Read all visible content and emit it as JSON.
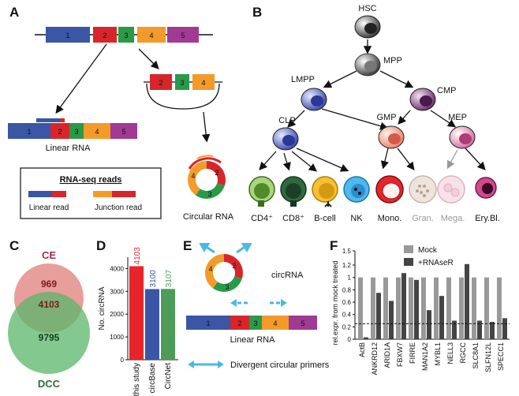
{
  "panels": {
    "a": "A",
    "b": "B",
    "c": "C",
    "d": "D",
    "e": "E",
    "f": "F"
  },
  "panel_a": {
    "exons": [
      "1",
      "2",
      "3",
      "4",
      "5"
    ],
    "linear_label": "Linear RNA",
    "circular_label": "Circular RNA",
    "legend_title": "RNA-seq reads",
    "legend_linear": "Linear read",
    "legend_junction": "Junction read"
  },
  "panel_b": {
    "nodes": [
      "HSC",
      "MPP",
      "LMPP",
      "CMP",
      "CLP",
      "GMP",
      "MEP"
    ],
    "cells": [
      "CD4⁺",
      "CD8⁺",
      "B-cell",
      "NK",
      "Mono.",
      "Gran.",
      "Mega.",
      "Ery.Bl."
    ]
  },
  "panel_c": {
    "top_label": "CE",
    "bottom_label": "DCC",
    "ce_only": "969",
    "overlap": "4103",
    "dcc_only": "9795"
  },
  "panel_e": {
    "circ_label": "circRNA",
    "linear_label": "Linear RNA",
    "primers_label": "Divergent circular primers"
  },
  "chart_data": [
    {
      "type": "bar",
      "panel": "D",
      "categories": [
        "this study",
        "circBase",
        "CircNet"
      ],
      "values": [
        4103,
        3100,
        3107
      ],
      "value_labels": [
        "4103",
        "3100",
        "3107"
      ],
      "colors": [
        "#e8242b",
        "#3a56a5",
        "#4c9c58"
      ],
      "ylabel": "No. circRNA",
      "yticks": [
        "0",
        "1000",
        "2000",
        "3000",
        "4000"
      ],
      "ylim": [
        0,
        4500
      ]
    },
    {
      "type": "bar",
      "panel": "F",
      "categories": [
        "ActB",
        "ANKRD12",
        "ARID1A",
        "FBXW7",
        "FIRRE",
        "MAN1A2",
        "MYBL1",
        "NELL3",
        "RGCC",
        "SLC8A1",
        "SLFN12L",
        "SPECC1"
      ],
      "series": [
        {
          "name": "Mock",
          "values": [
            1,
            1,
            1,
            1,
            1,
            1,
            1,
            1,
            1,
            1,
            1,
            1
          ],
          "color": "#999999"
        },
        {
          "name": "+RNAseR",
          "values": [
            0.03,
            0.75,
            0.62,
            1.07,
            0.96,
            0.47,
            0.7,
            0.3,
            1.22,
            0.3,
            0.28,
            0.34
          ],
          "color": "#444444"
        }
      ],
      "ylabel": "rel.expr. from mock treated",
      "yticks": [
        "0",
        "0.2",
        "0.4",
        "0.6",
        "0.8",
        "1",
        "1.2",
        "1.5"
      ],
      "ylim": [
        0,
        1.5
      ],
      "dashed_line": 0.25
    }
  ]
}
